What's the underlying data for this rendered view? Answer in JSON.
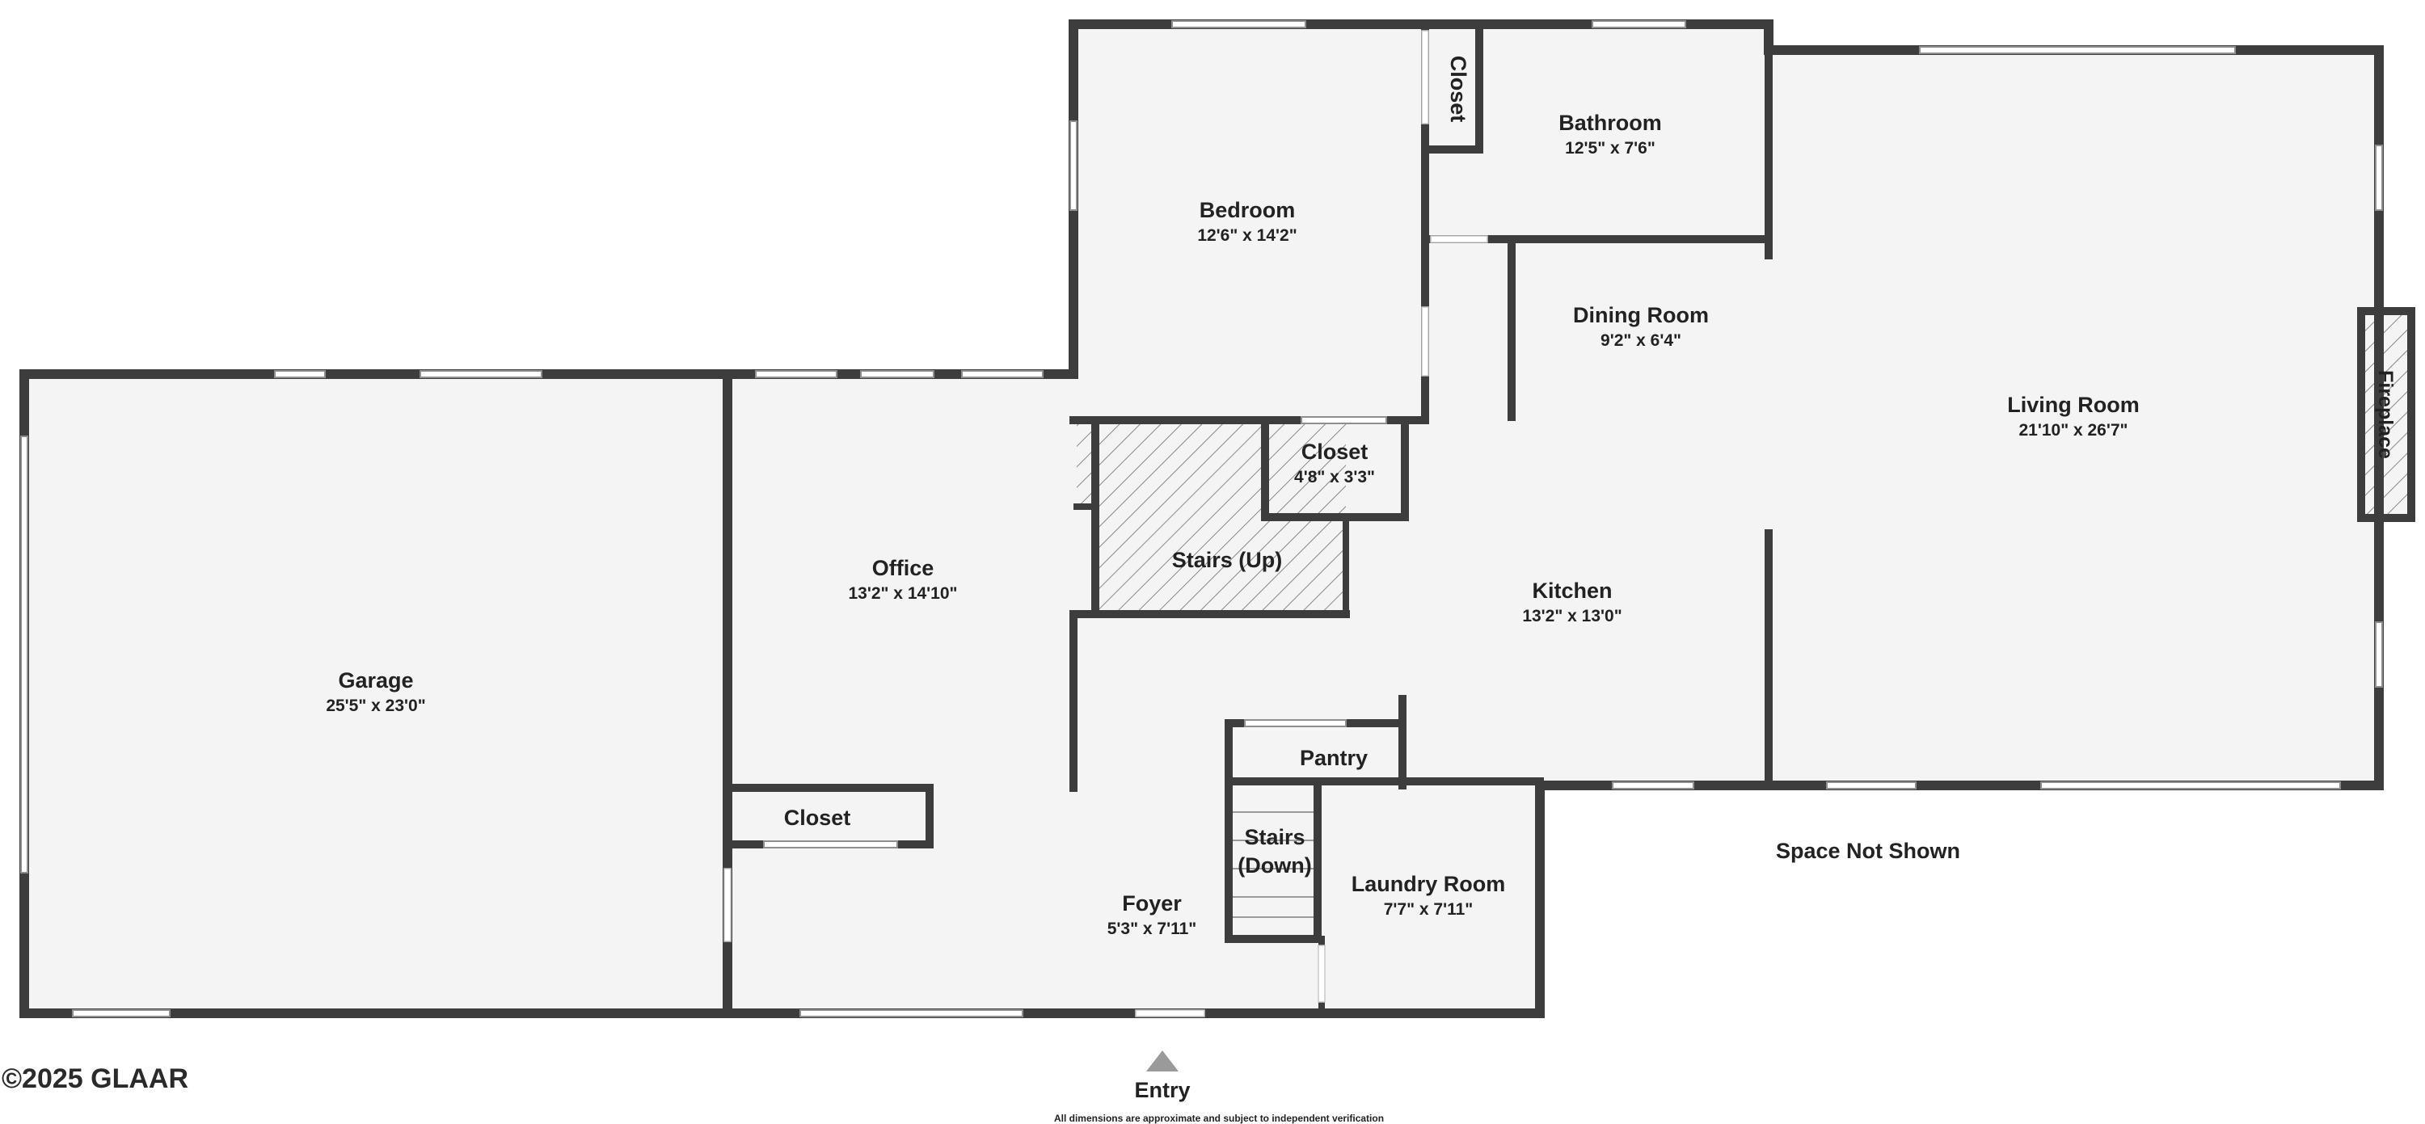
{
  "rooms": {
    "garage": {
      "name": "Garage",
      "dims": "25'5\" x 23'0\""
    },
    "office": {
      "name": "Office",
      "dims": "13'2\" x 14'10\""
    },
    "office_closet": {
      "name": "Closet"
    },
    "bedroom": {
      "name": "Bedroom",
      "dims": "12'6\" x 14'2\""
    },
    "bedroom_closet": {
      "name": "Closet"
    },
    "bathroom": {
      "name": "Bathroom",
      "dims": "12'5\" x 7'6\""
    },
    "hall_closet": {
      "name": "Closet",
      "dims": "4'8\" x 3'3\""
    },
    "stairs_up": {
      "name": "Stairs (Up)"
    },
    "dining_room": {
      "name": "Dining Room",
      "dims": "9'2\" x 6'4\""
    },
    "kitchen": {
      "name": "Kitchen",
      "dims": "13'2\" x 13'0\""
    },
    "living_room": {
      "name": "Living Room",
      "dims": "21'10\" x 26'7\""
    },
    "fireplace": {
      "name": "Fireplace"
    },
    "pantry": {
      "name": "Pantry"
    },
    "stairs_down": {
      "name_line1": "Stairs",
      "name_line2": "(Down)"
    },
    "foyer": {
      "name": "Foyer",
      "dims": "5'3\" x 7'11\""
    },
    "laundry_room": {
      "name": "Laundry Room",
      "dims": "7'7\" x 7'11\""
    }
  },
  "labels": {
    "space_not_shown": "Space Not Shown",
    "entry": "Entry",
    "copyright": "©2025 GLAAR",
    "disclaimer": "All dimensions are approximate and subject to independent verification"
  },
  "colors": {
    "wall": "#3d3d3d",
    "floor": "#f4f4f4",
    "background": "#ffffff",
    "text": "#222222",
    "entry_marker": "#9a9a9a"
  },
  "icons": {
    "entry": "entry-arrow-icon"
  }
}
